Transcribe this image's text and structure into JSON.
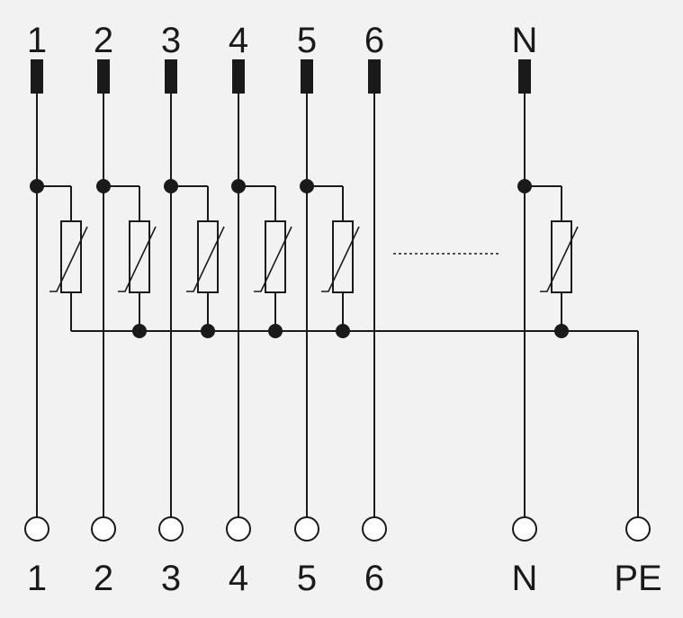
{
  "colors": {
    "background": "#f2f2f2",
    "line": "#1a1a1a",
    "node": "#1a1a1a",
    "terminal_fill": "#ffffff"
  },
  "top_labels": [
    "1",
    "2",
    "3",
    "4",
    "5",
    "6",
    "N"
  ],
  "bottom_labels": [
    "1",
    "2",
    "3",
    "4",
    "5",
    "6",
    "N",
    "PE"
  ]
}
